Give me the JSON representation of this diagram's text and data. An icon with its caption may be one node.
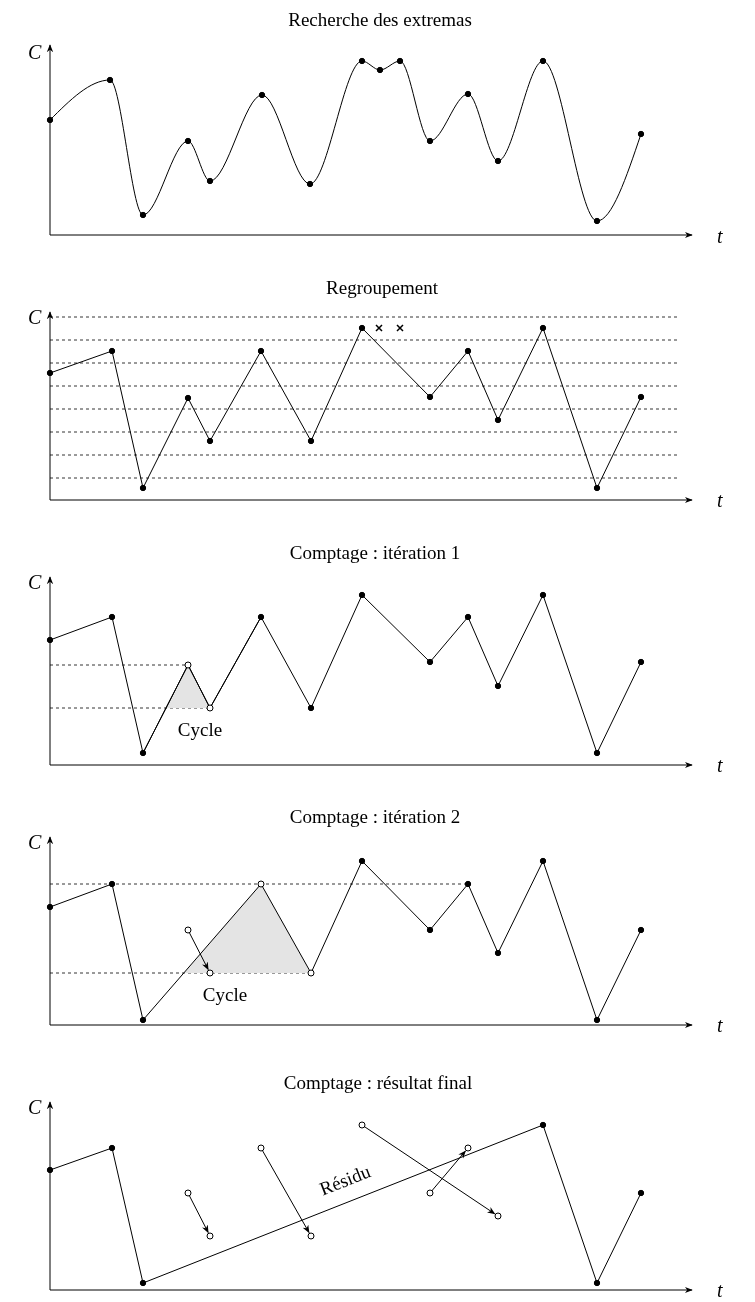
{
  "diagram": {
    "labels": [
      "Recherche des extremas",
      "C",
      "t",
      "Regroupement",
      "C",
      "t",
      "Comptage : itération 1",
      "C",
      "Cycle",
      "t",
      "Comptage : itération 2",
      "C",
      "Cycle",
      "t",
      "Comptage : résultat final",
      "C",
      "Résidu",
      "t"
    ]
  }
}
